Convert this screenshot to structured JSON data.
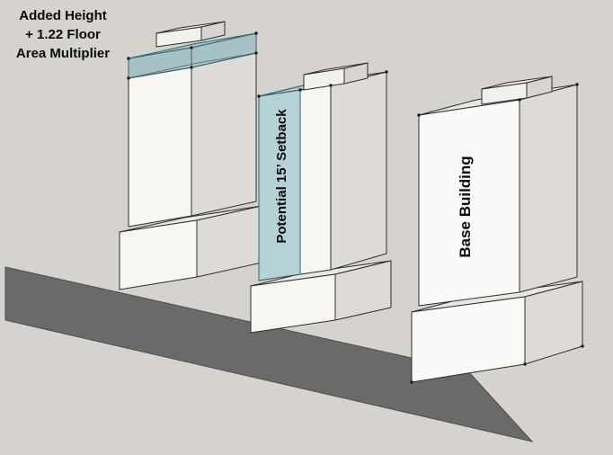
{
  "annotations": {
    "added_height": {
      "lines": [
        "Added Height",
        "+ 1.22 Floor",
        "Area Multiplier"
      ]
    },
    "setback": {
      "label": "Potential 15’ Setback"
    },
    "base": {
      "label": "Base Building"
    }
  },
  "colors": {
    "background": "#d6d3cf",
    "street": "#6a6a6a",
    "teal_fill": "#7fb5bd",
    "teal_stroke": "#33666e",
    "edge": "#2f2f2f",
    "text": "#0a0a0a"
  }
}
